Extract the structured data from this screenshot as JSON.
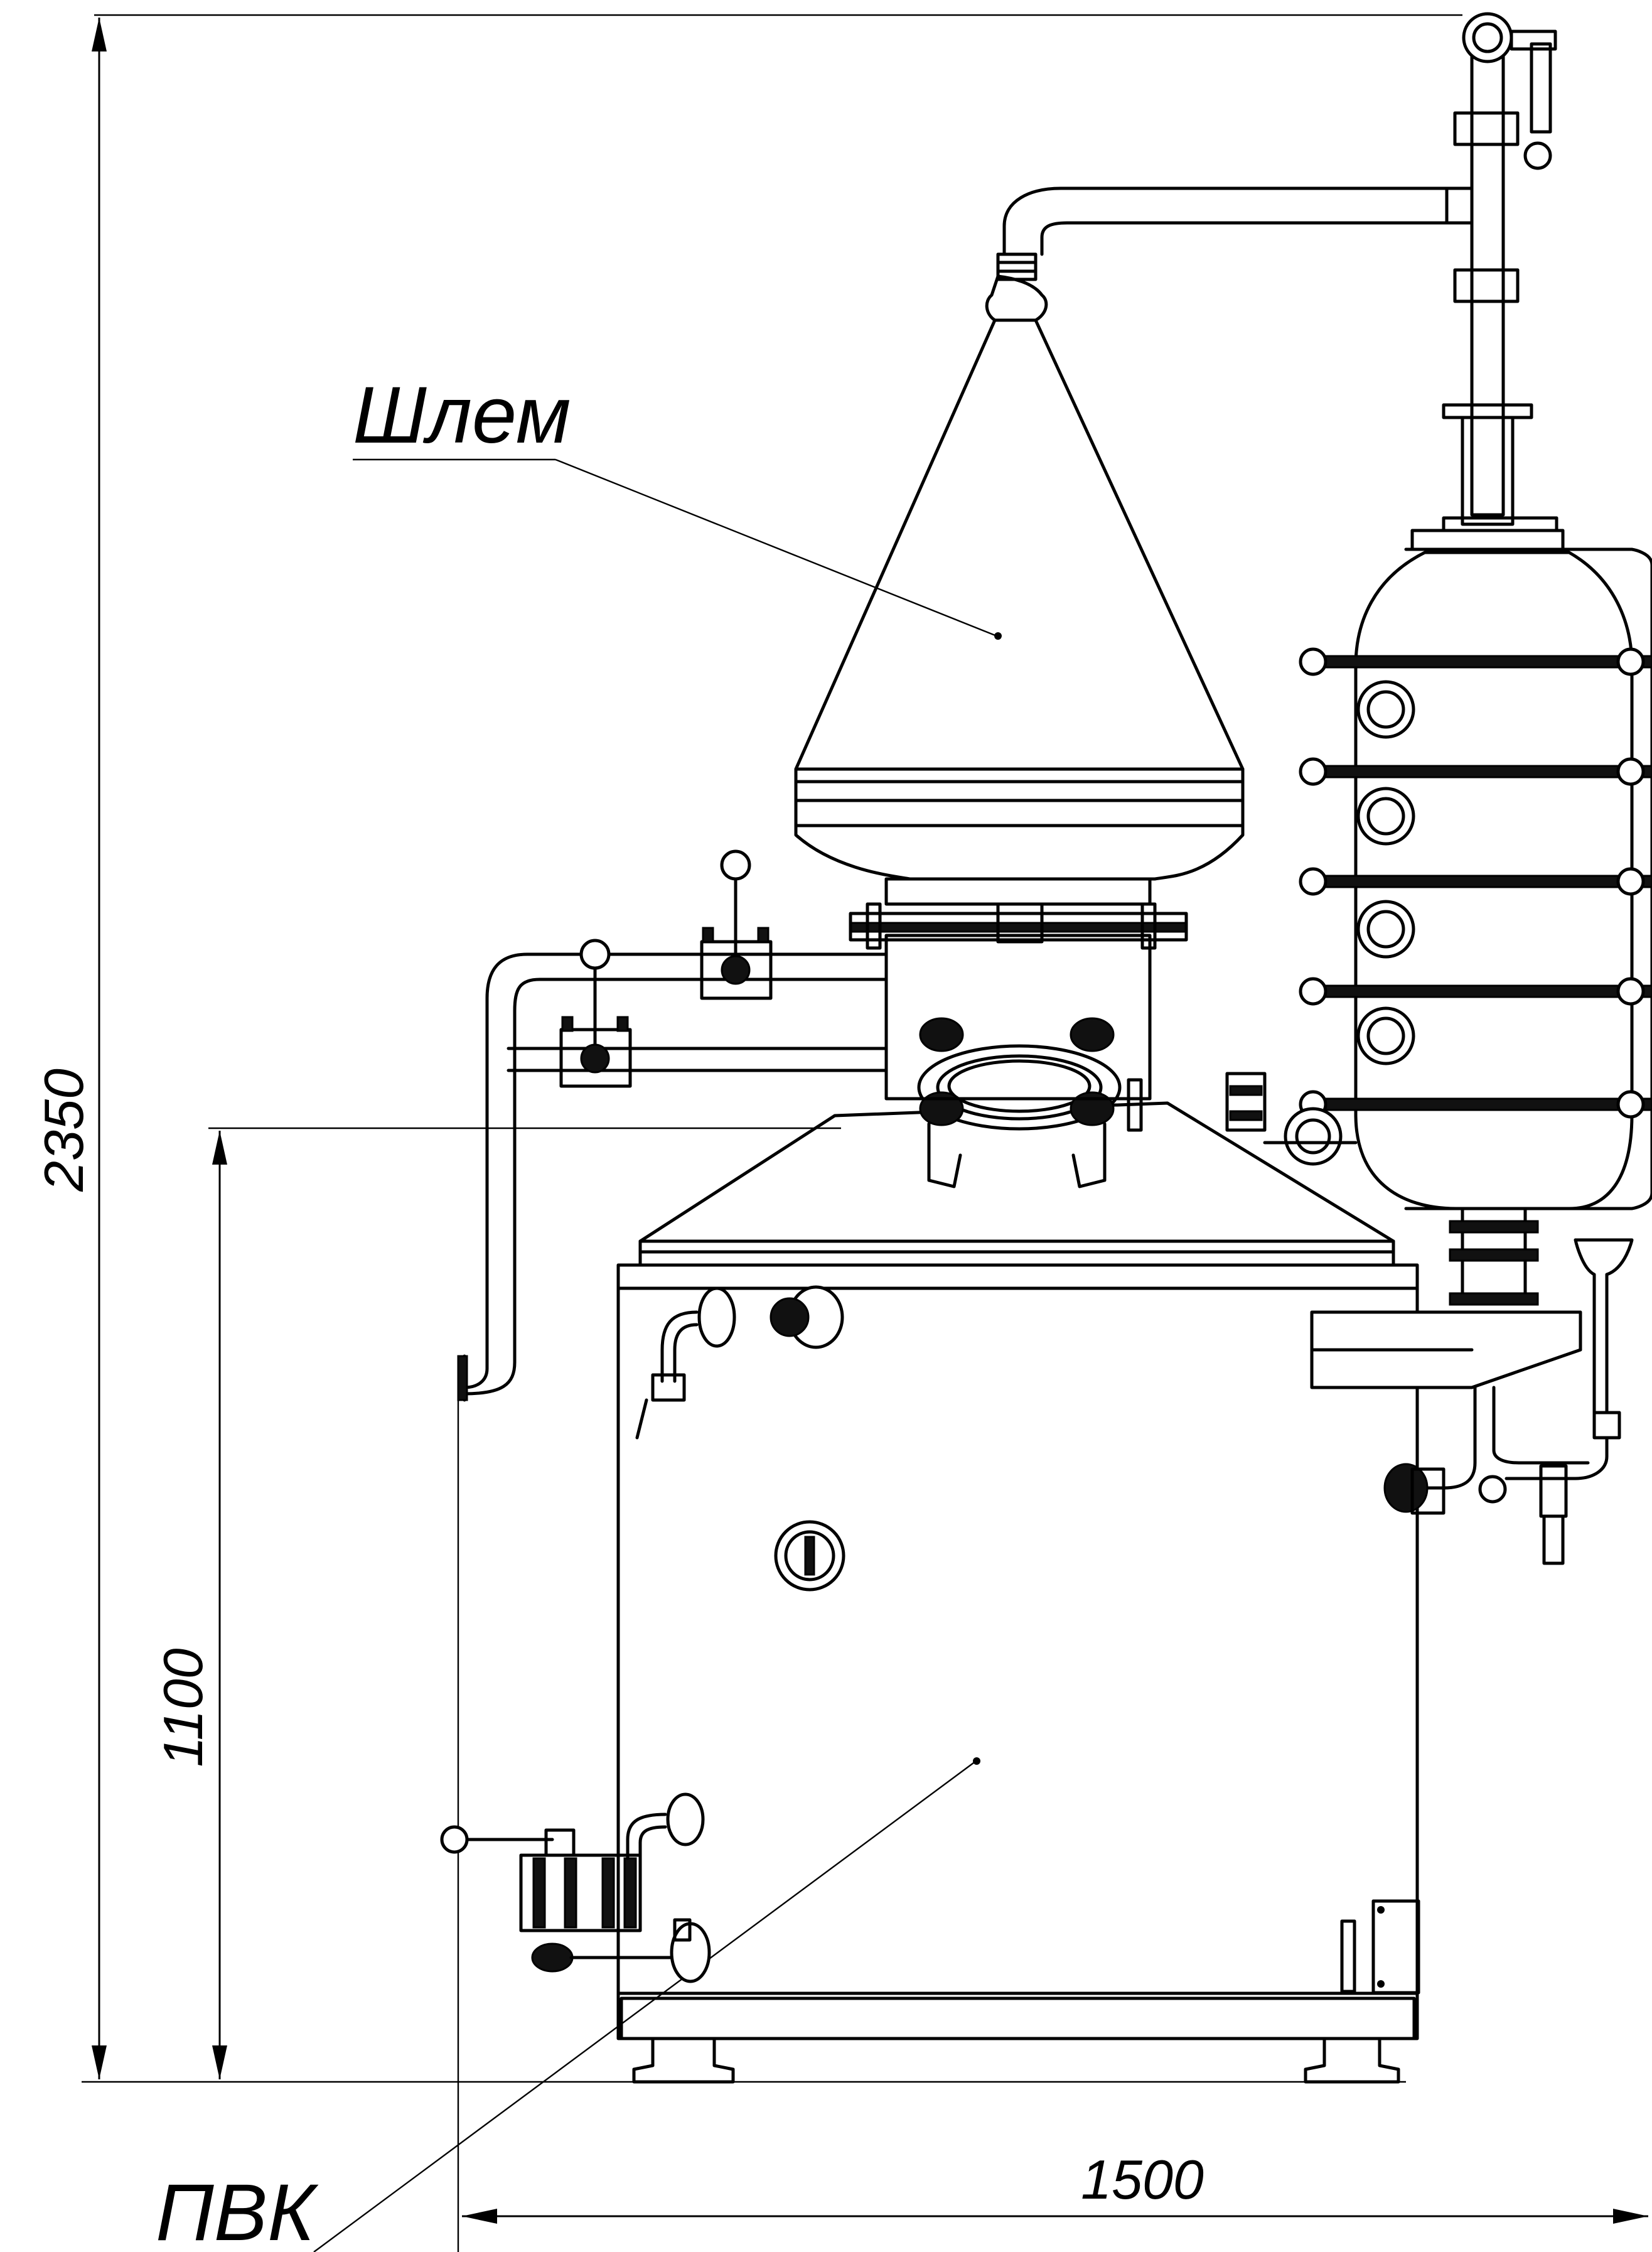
{
  "labels": {
    "helmet": "Шлем",
    "pvk": "ПВК"
  },
  "dimensions": {
    "total_height": "2350",
    "boiler_height": "1100",
    "width": "1500"
  },
  "colors": {
    "line": "#000000",
    "background": "#ffffff"
  }
}
